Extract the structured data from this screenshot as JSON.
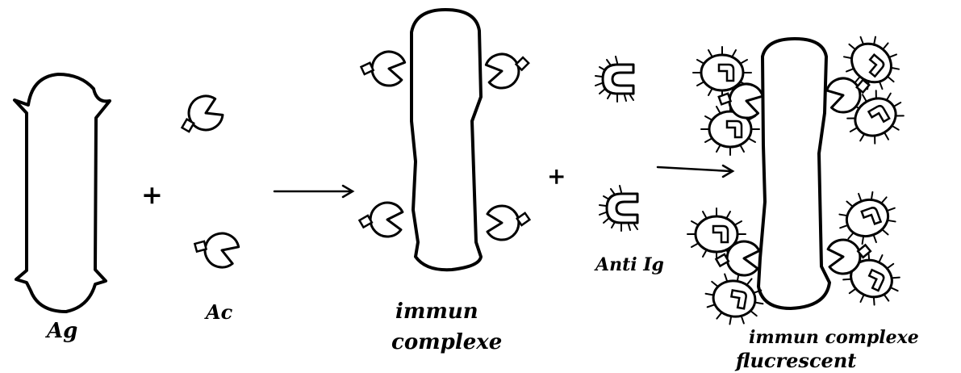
{
  "labels": {
    "antigen": "Ag",
    "antibody": "Ac",
    "immune_complex_line1": "immun",
    "immune_complex_line2": "complexe",
    "anti_ig": "Anti Ig",
    "fluorescent_complex_line1": "immun complexe",
    "fluorescent_complex_line2": "flucrescent"
  },
  "operators": {
    "plus": "+"
  },
  "colors": {
    "ink": "#000000",
    "paper": "#ffffff"
  }
}
